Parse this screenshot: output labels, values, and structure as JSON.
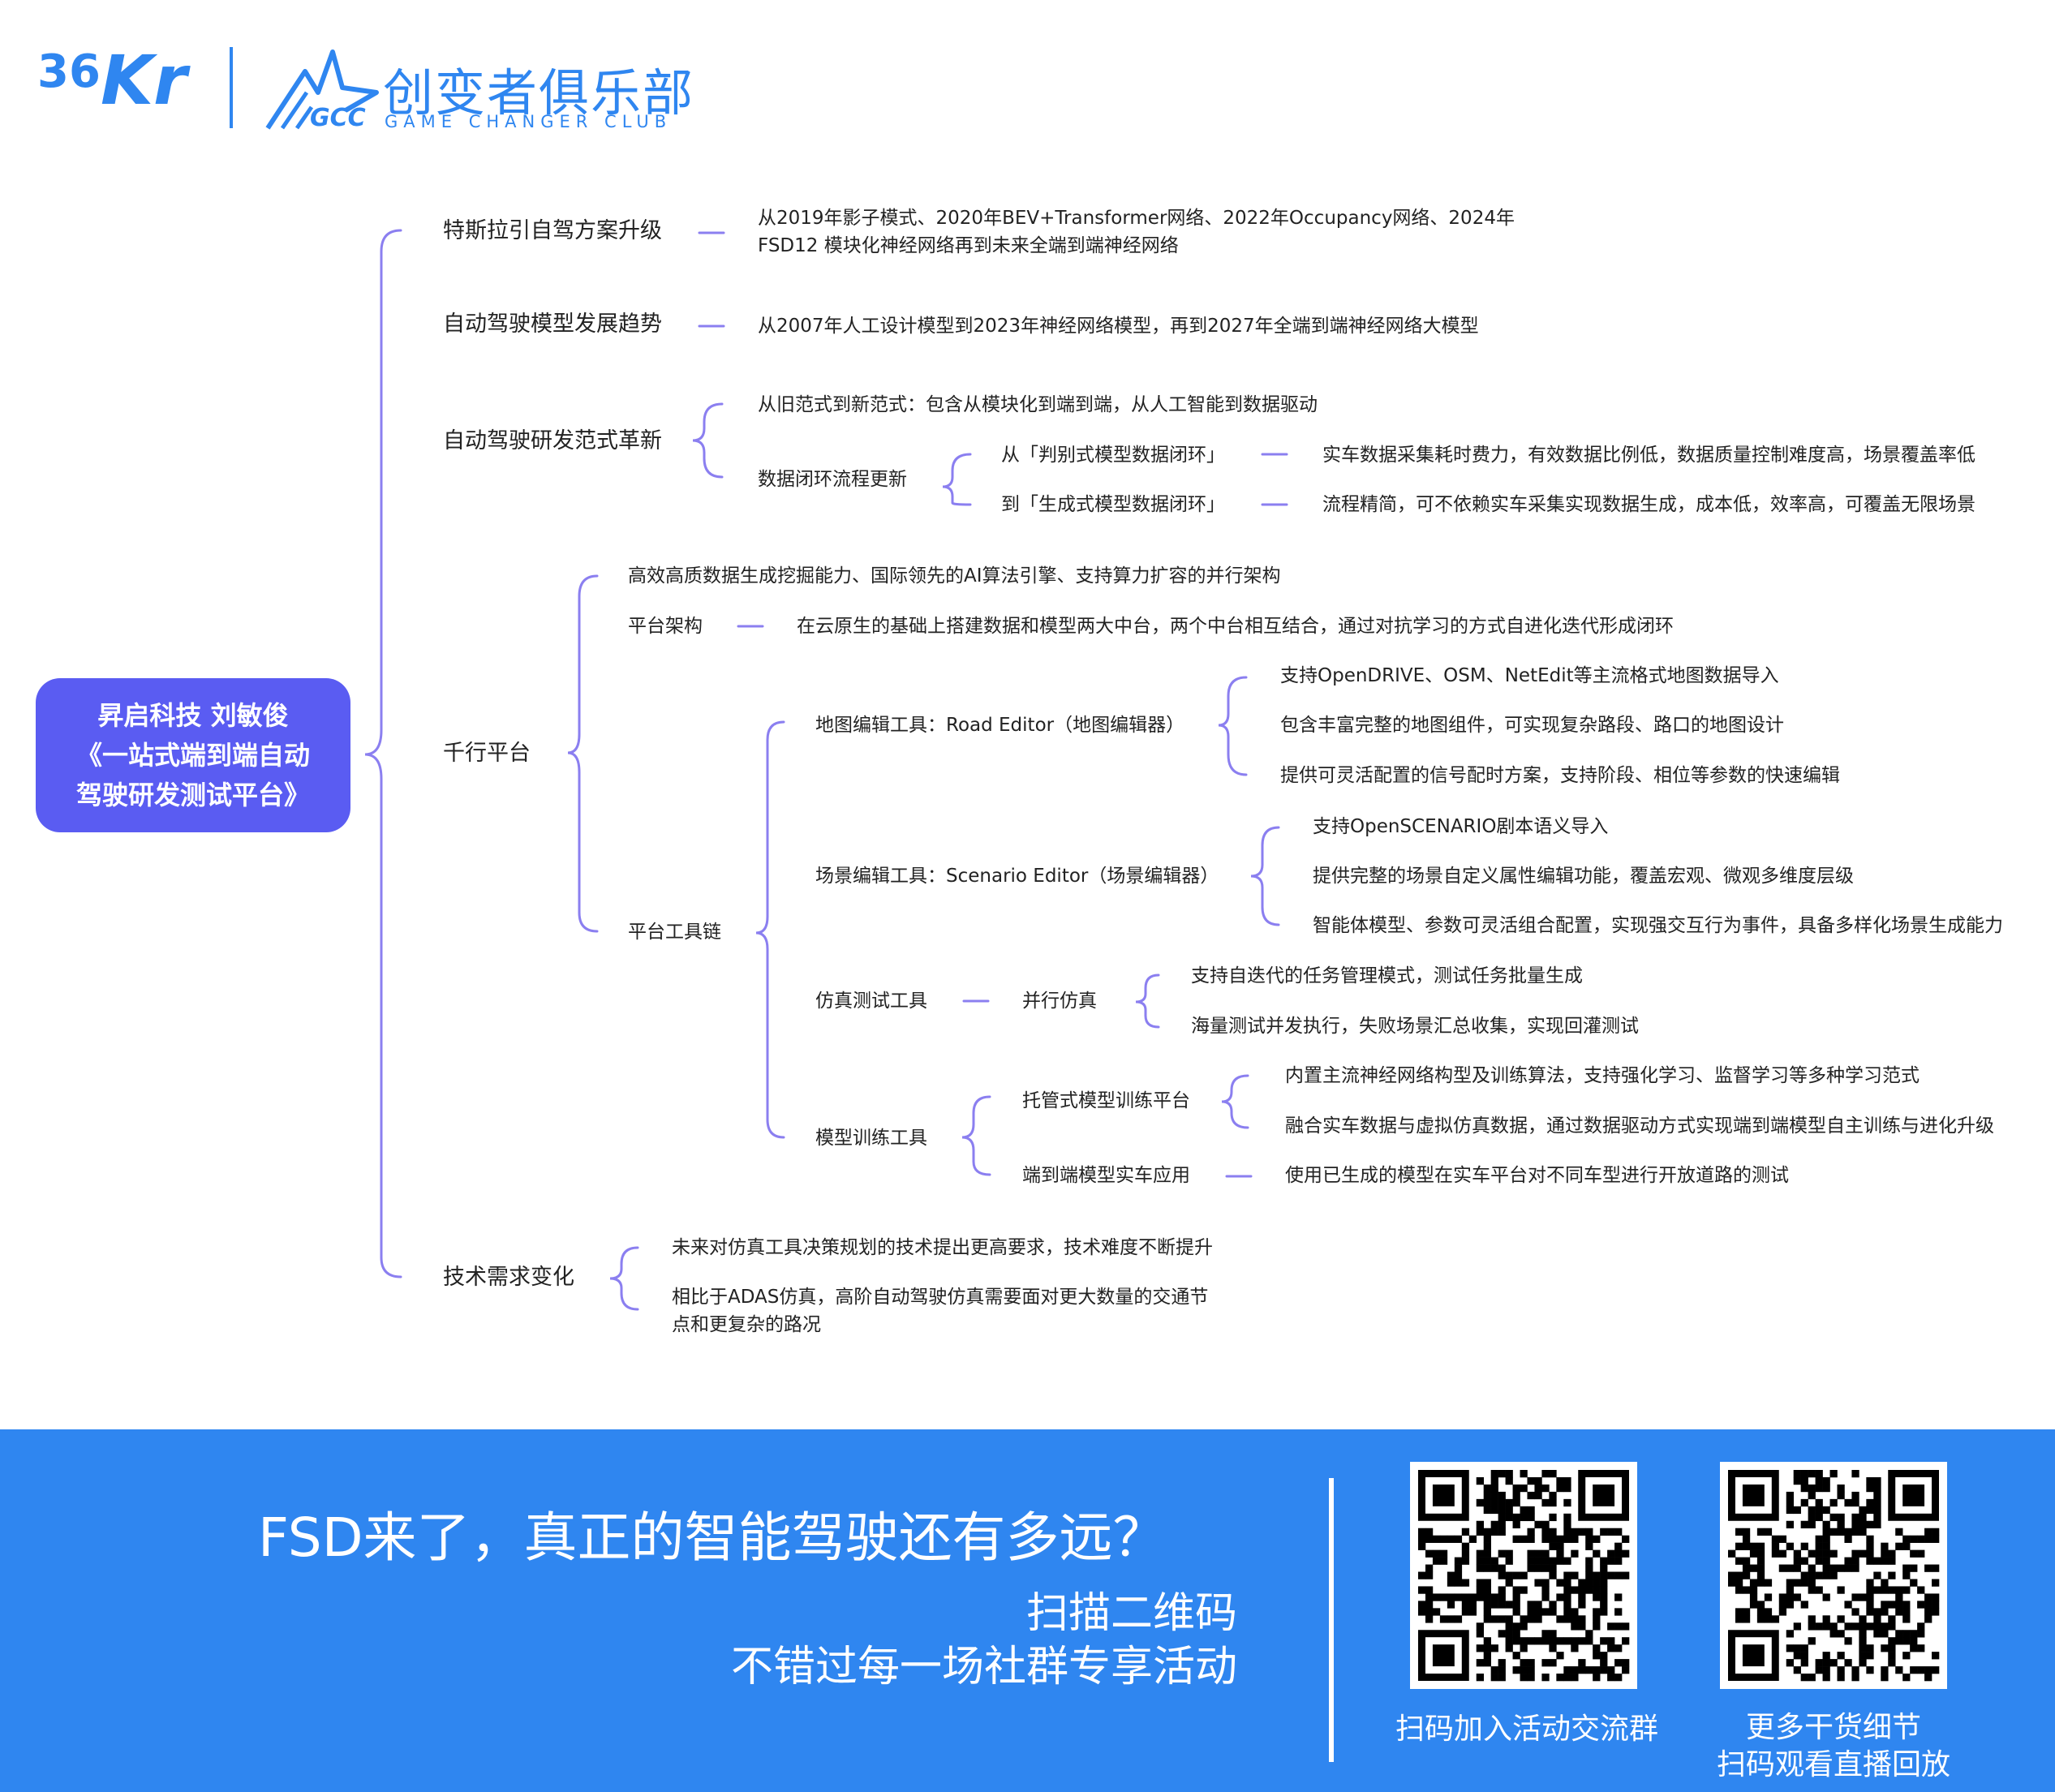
{
  "header": {
    "logo_36kr_prefix": "36",
    "logo_36kr_suffix": "Kr",
    "club_cn": "创变者俱乐部",
    "club_en": "GAME CHANGER CLUB",
    "badge": "GCC"
  },
  "root": {
    "line1": "昇启科技 刘敏俊",
    "line2": "《一站式端到端自动",
    "line3": "驾驶研发测试平台》"
  },
  "nodes": {
    "b1": "特斯拉引自驾方案升级",
    "b1_desc_1": "从2019年影子模式、2020年BEV+Transformer网络、2022年Occupancy网络、2024年",
    "b1_desc_2": "FSD12 模块化神经网络再到未来全端到端神经网络",
    "b2": "自动驾驶模型发展趋势",
    "b2_desc": "从2007年人工设计模型到2023年神经网络模型，再到2027年全端到端神经网络大模型",
    "b3": "自动驾驶研发范式革新",
    "b3_c1": "从旧范式到新范式：包含从模块化到端到端，从人工智能到数据驱动",
    "b3_c2": "数据闭环流程更新",
    "b3_c2_a": "从「判别式模型数据闭环」",
    "b3_c2_a_desc": "实车数据采集耗时费力，有效数据比例低，数据质量控制难度高，场景覆盖率低",
    "b3_c2_b": "到「生成式模型数据闭环」",
    "b3_c2_b_desc": "流程精简，可不依赖实车采集实现数据生成，成本低，效率高，可覆盖无限场景",
    "b4": "千行平台",
    "b4_c1": "高效高质数据生成挖掘能力、国际领先的AI算法引擎、支持算力扩容的并行架构",
    "b4_c2": "平台架构",
    "b4_c2_desc": "在云原生的基础上搭建数据和模型两大中台，两个中台相互结合，通过对抗学习的方式自进化迭代形成闭环",
    "b4_c3": "平台工具链",
    "map_editor": "地图编辑工具：Road  Editor（地图编辑器）",
    "map_1": "支持OpenDRIVE、OSM、NetEdit等主流格式地图数据导入",
    "map_2": "包含丰富完整的地图组件，可实现复杂路段、路口的地图设计",
    "map_3": "提供可灵活配置的信号配时方案，支持阶段、相位等参数的快速编辑",
    "scn_editor": "场景编辑工具：Scenario  Editor（场景编辑器）",
    "scn_1": "支持OpenSCENARIO剧本语义导入",
    "scn_2": "提供完整的场景自定义属性编辑功能，覆盖宏观、微观多维度层级",
    "scn_3": "智能体模型、参数可灵活组合配置，实现强交互行为事件，具备多样化场景生成能力",
    "sim_tool": "仿真测试工具",
    "sim_par": "并行仿真",
    "sim_1": "支持自迭代的任务管理模式，测试任务批量生成",
    "sim_2": "海量测试并发执行，失败场景汇总收集，实现回灌测试",
    "train_tool": "模型训练工具",
    "train_hosted": "托管式模型训练平台",
    "train_1": "内置主流神经网络构型及训练算法，支持强化学习、监督学习等多种学习范式",
    "train_2": "融合实车数据与虚拟仿真数据，通过数据驱动方式实现端到端模型自主训练与进化升级",
    "train_e2e": "端到端模型实车应用",
    "train_e2e_desc": "使用已生成的模型在实车平台对不同车型进行开放道路的测试",
    "b5": "技术需求变化",
    "b5_1": "未来对仿真工具决策规划的技术提出更高要求，技术难度不断提升",
    "b5_2a": "相比于ADAS仿真，高阶自动驾驶仿真需要面对更大数量的交通节",
    "b5_2b": "点和更复杂的路况"
  },
  "banner": {
    "headline": "FSD来了，真正的智能驾驶还有多远？",
    "sub1": "扫描二维码",
    "sub2": "不错过每一场社群专享活动",
    "qr1_caption": "扫码加入活动交流群",
    "qr2_caption_1": "更多干货细节",
    "qr2_caption_2": "扫码观看直播回放"
  },
  "colors": {
    "accent": "#5a5cf2",
    "connector": "#8b7ff0",
    "brand_blue": "#2f86f0",
    "text": "#222222"
  }
}
